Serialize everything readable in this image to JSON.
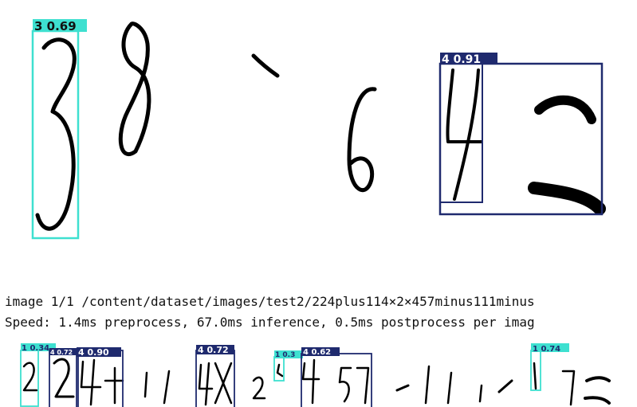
{
  "top_panel": {
    "detections": [
      {
        "label": "3 0.69",
        "color": "#3ee0d0",
        "icon": "bbox-3"
      },
      {
        "label": "4 0.91",
        "color": "#1f2a6e",
        "icon": "bbox-4"
      }
    ]
  },
  "console": {
    "line1": "image 1/1 /content/dataset/images/test2/224plus114×2×457minus111minus",
    "line2": "Speed: 1.4ms preprocess, 67.0ms inference, 0.5ms postprocess per imag"
  },
  "bottom_panel": {
    "detections": [
      {
        "label": "1 0.34",
        "color": "#3ee0d0"
      },
      {
        "label": "4 0.72",
        "color": "#1f2a6e"
      },
      {
        "label": "4 0.90",
        "color": "#1f2a6e"
      },
      {
        "label": "4 0.72",
        "color": "#1f2a6e"
      },
      {
        "label": "1 0.3",
        "color": "#3ee0d0"
      },
      {
        "label": "4 0.62",
        "color": "#1f2a6e"
      },
      {
        "label": "1 0.74",
        "color": "#3ee0d0"
      }
    ]
  }
}
